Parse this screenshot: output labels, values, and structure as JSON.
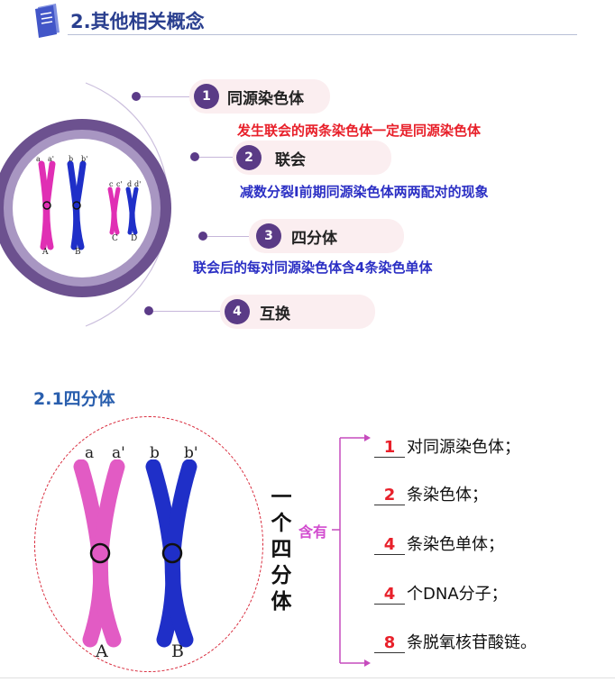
{
  "header": {
    "title": "2.其他相关概念",
    "icon": "book-icon",
    "accent": "#4256c8"
  },
  "concepts": [
    {
      "num": "1",
      "label": "同源染色体",
      "note": "发生联会的两条染色体一定是同源染色体",
      "note_color": "#e8202a"
    },
    {
      "num": "2",
      "label": "联会",
      "note": "减数分裂Ⅰ前期同源染色体两两配对的现象",
      "note_color": "#2b2fc4"
    },
    {
      "num": "3",
      "label": "四分体",
      "note": "联会后的每对同源染色体含4条染色单体",
      "note_color": "#2b2fc4"
    },
    {
      "num": "4",
      "label": "互换",
      "note": ""
    }
  ],
  "circle_figure": {
    "top_labels": [
      "a",
      "a'",
      "b",
      "b'",
      "c",
      "c'",
      "d",
      "d'"
    ],
    "bottom_labels": [
      "A",
      "B",
      "C",
      "D"
    ]
  },
  "section": {
    "title": "2.1四分体",
    "figure": {
      "top_labels": [
        "a",
        "a'",
        "b",
        "b'"
      ],
      "bottom_labels": [
        "A",
        "B"
      ]
    },
    "vertical_text": [
      "一",
      "个",
      "四",
      "分",
      "体"
    ],
    "contains_label": "含有",
    "items": [
      {
        "answer": "1",
        "text": "对同源染色体；"
      },
      {
        "answer": "2",
        "text": "条染色体；"
      },
      {
        "answer": "4",
        "text": "条染色单体；"
      },
      {
        "answer": "4",
        "text": "个DNA分子；"
      },
      {
        "answer": "8",
        "text": "条脱氧核苷酸链。"
      }
    ]
  },
  "colors": {
    "magenta": "#e02fb4",
    "blue": "#1f2fc8",
    "purple": "#5a3b86",
    "answer_red": "#e8202a"
  }
}
